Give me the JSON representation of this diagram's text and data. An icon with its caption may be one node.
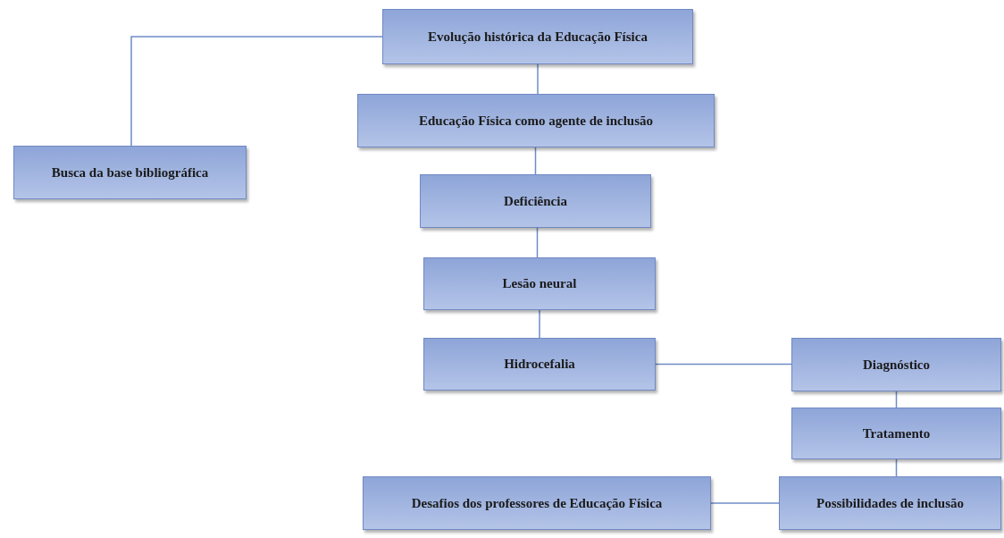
{
  "diagram": {
    "nodes": [
      {
        "text": [
          "Evolução histórica da Educação Física"
        ]
      },
      {
        "text": [
          "Busca da base bibliográfica"
        ]
      },
      {
        "text": [
          "Educação Física como agente de inclusão"
        ]
      },
      {
        "text": [
          "Deficiência"
        ]
      },
      {
        "text": [
          "Lesão neural"
        ]
      },
      {
        "text": [
          "Hidrocefalia"
        ]
      },
      {
        "text": [
          "Diagnóstico"
        ]
      },
      {
        "text": [
          "Tratamento"
        ]
      },
      {
        "text": [
          "Possibilidades de inclusão"
        ]
      },
      {
        "text": [
          "Desafios dos professores de Educação Física"
        ]
      }
    ],
    "edges": [
      {
        "from": 0,
        "to": 1,
        "arrow": "none"
      },
      {
        "from": 0,
        "to": 2,
        "arrow": "none"
      },
      {
        "from": 2,
        "to": 3,
        "arrow": "none"
      },
      {
        "from": 3,
        "to": 4,
        "arrow": "none"
      },
      {
        "from": 4,
        "to": 5,
        "arrow": "none"
      },
      {
        "from": 5,
        "to": 6,
        "arrow": "none"
      },
      {
        "from": 6,
        "to": 7,
        "arrow": "none"
      },
      {
        "from": 7,
        "to": 8,
        "arrow": "none"
      },
      {
        "from": 9,
        "to": 8,
        "arrow": "none"
      }
    ]
  }
}
